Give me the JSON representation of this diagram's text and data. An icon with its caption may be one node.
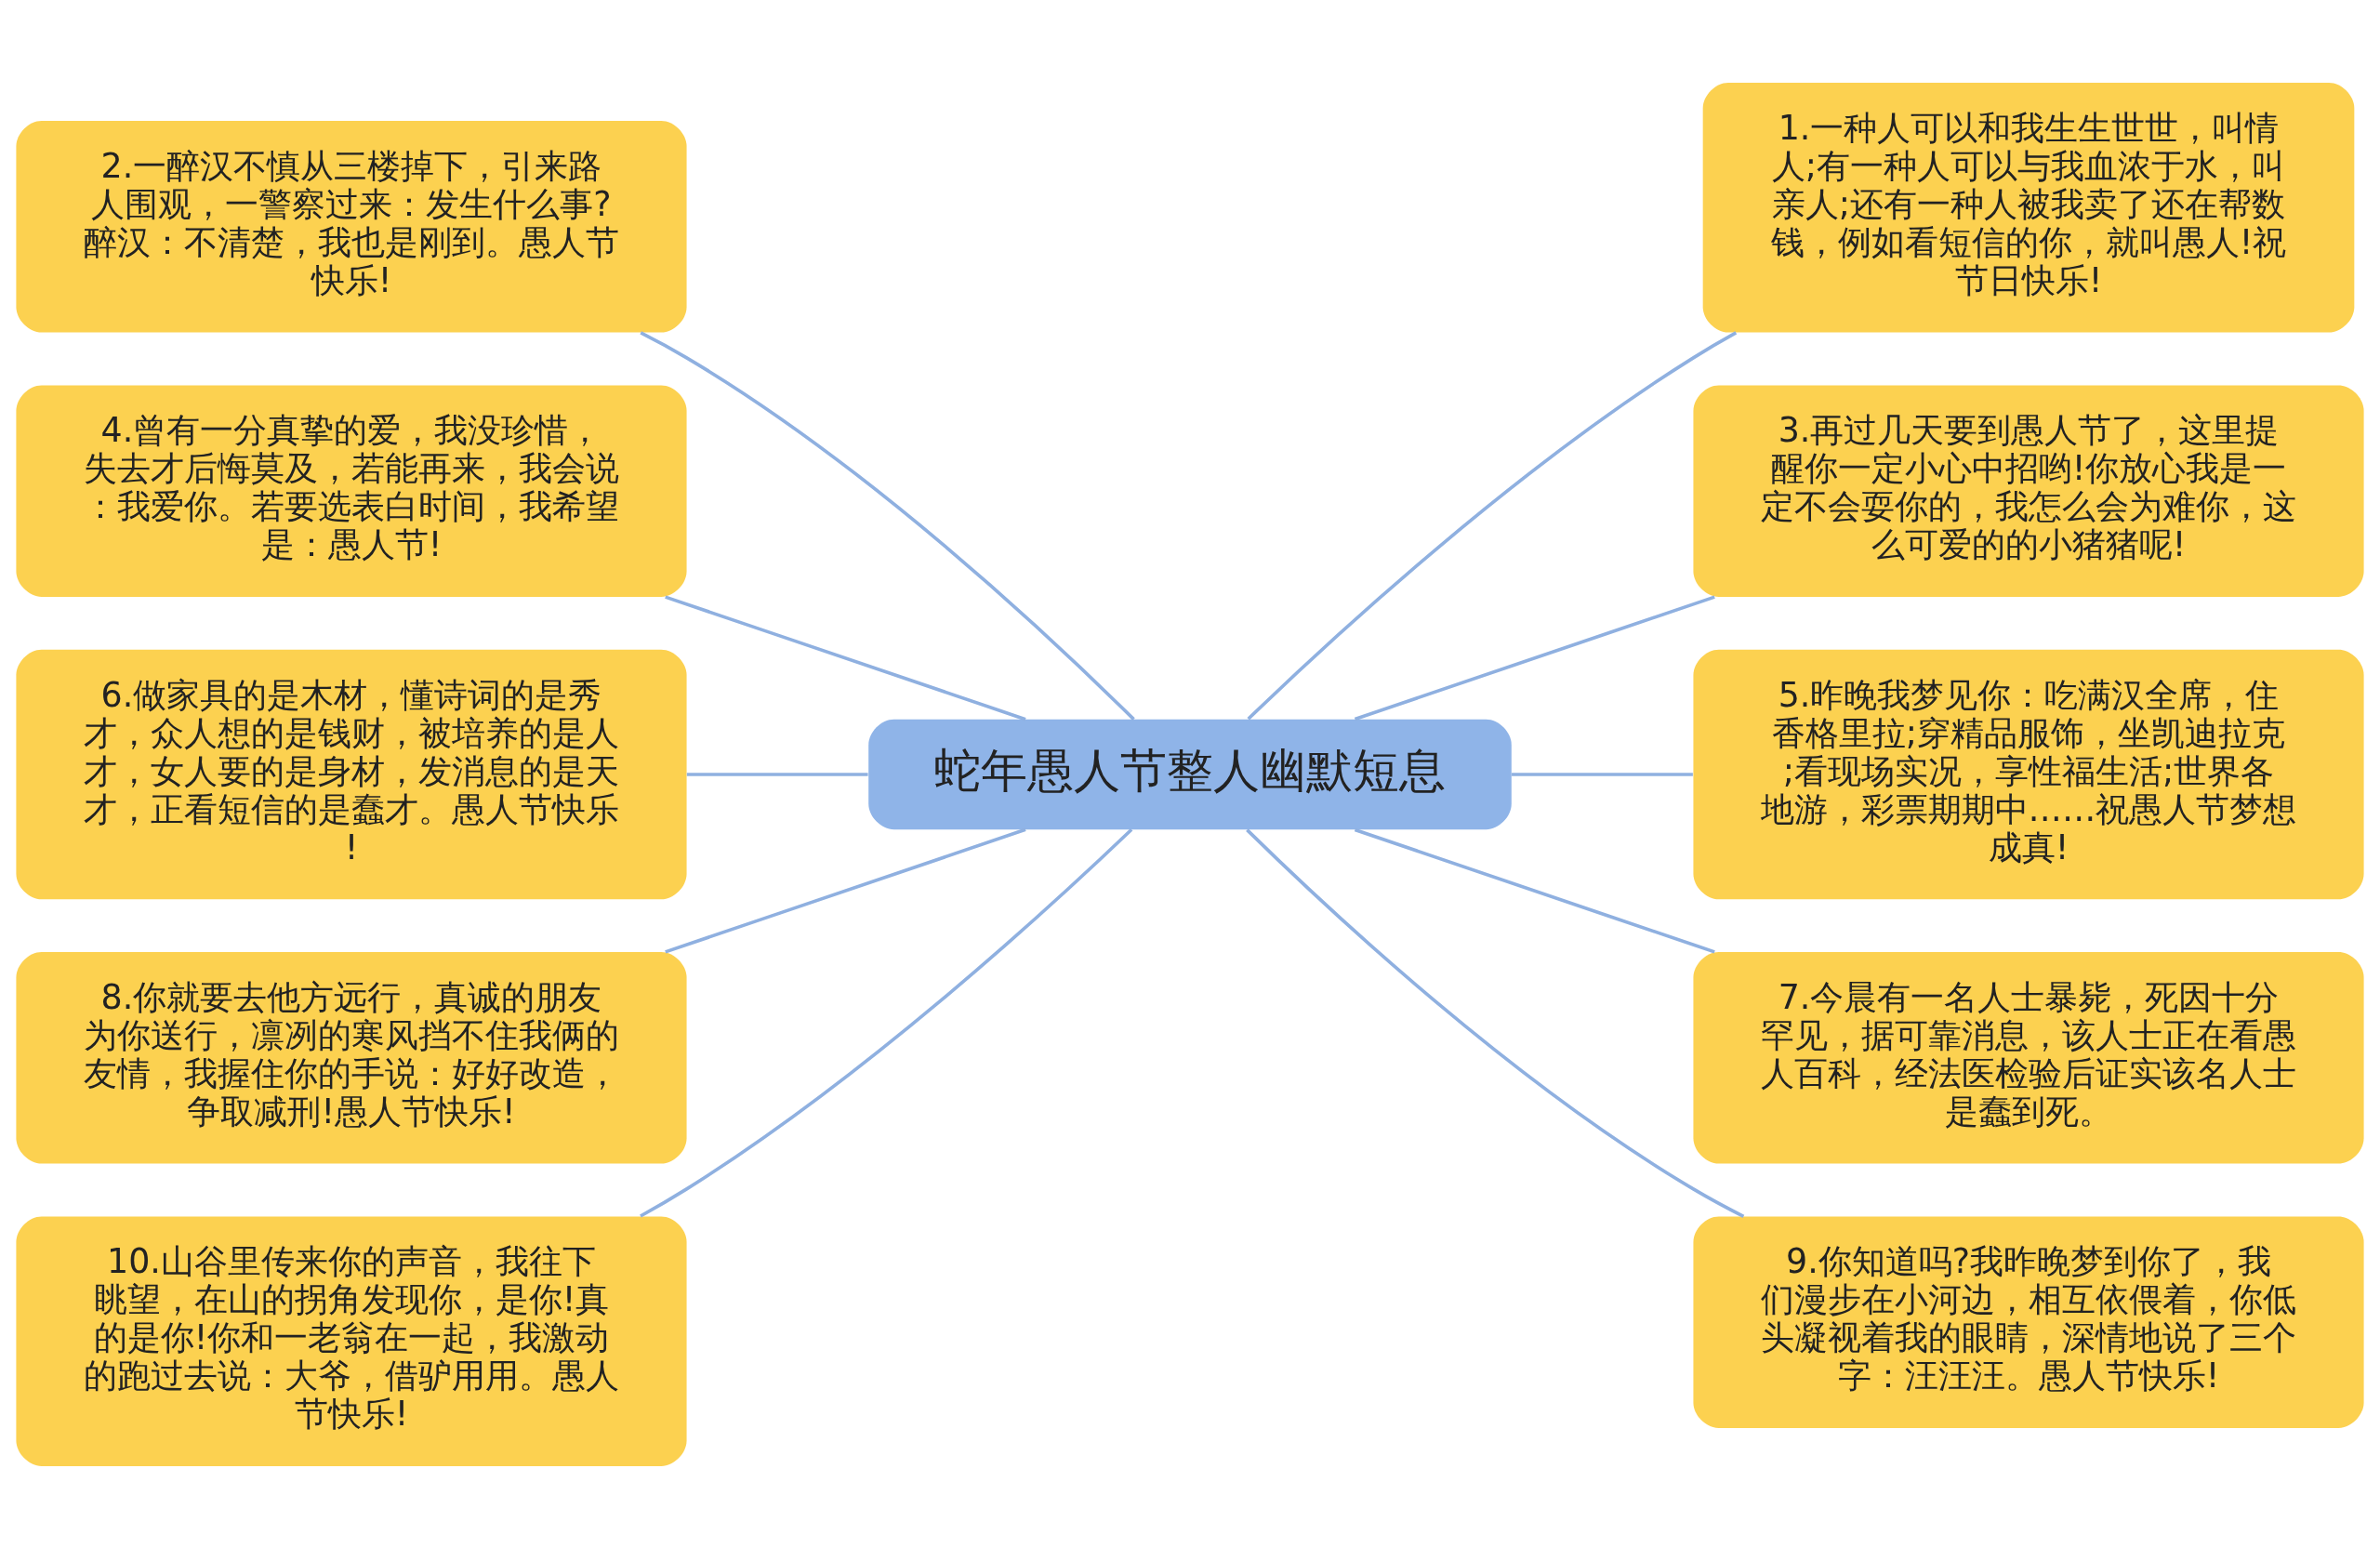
{
  "diagram": {
    "nodes": [
      {
        "text": [
          "蛇年愚人节整人幽默短息"
        ]
      },
      {
        "text": [
          "1.一种人可以和我生生世世，叫情人;有一种人可以与我血浓于水，叫亲人;还有一种人被我卖了还在帮数钱，例如看短信的你，就叫愚人!祝节日快乐!"
        ]
      },
      {
        "text": [
          "2.一醉汉不慎从三楼掉下，引来路人围观，一警察过来：发生什么事?醉汉：不清楚，我也是刚到。愚人节快乐!"
        ]
      },
      {
        "text": [
          "3.再过几天要到愚人节了，这里提醒你一定小心中招哟!你放心我是一定不会耍你的，我怎么会为难你，这么可爱的的小猪猪呢!"
        ]
      },
      {
        "text": [
          "4.曾有一分真挚的爱，我没珍惜，失去才后悔莫及，若能再来，我会说：我爱你。若要选表白时间，我希望是：愚人节!"
        ]
      },
      {
        "text": [
          "5.昨晚我梦见你：吃满汉全席，住香格里拉;穿精品服饰，坐凯迪拉克;看现场实况，享性福生活;世界各地游，彩票期期中……祝愚人节梦想成真!"
        ]
      },
      {
        "text": [
          "6.做家具的是木材，懂诗词的是秀才，众人想的是钱财，被培养的是人才，女人要的是身材，发消息的是天才，正看短信的是蠢才。愚人节快乐!"
        ]
      },
      {
        "text": [
          "7.今晨有一名人士暴毙，死因十分罕见，据可靠消息，该人士正在看愚人百科，经法医检验后证实该名人士是蠢到死。"
        ]
      },
      {
        "text": [
          "8.你就要去他方远行，真诚的朋友为你送行，凛冽的寒风挡不住我俩的友情，我握住你的手说：好好改造，争取减刑!愚人节快乐!"
        ]
      },
      {
        "text": [
          "9.你知道吗?我昨晚梦到你了，我们漫步在小河边，相互依偎着，你低头凝视着我的眼睛，深情地说了三个字：汪汪汪。愚人节快乐!"
        ]
      },
      {
        "text": [
          "10.山谷里传来你的声音，我往下眺望，在山的拐角发现你，是你!真的是你!你和一老翁在一起，我激动的跑过去说：大爷，借驴用用。愚人节快乐!"
        ]
      }
    ],
    "edges": [
      {
        "from": 0,
        "to": 1,
        "arrow": "none"
      },
      {
        "from": 2,
        "to": 0,
        "arrow": "none"
      },
      {
        "from": 0,
        "to": 3,
        "arrow": "none"
      },
      {
        "from": 4,
        "to": 0,
        "arrow": "none"
      },
      {
        "from": 0,
        "to": 5,
        "arrow": "none"
      },
      {
        "from": 6,
        "to": 0,
        "arrow": "none"
      },
      {
        "from": 0,
        "to": 7,
        "arrow": "none"
      },
      {
        "from": 8,
        "to": 0,
        "arrow": "none"
      },
      {
        "from": 0,
        "to": 9,
        "arrow": "none"
      },
      {
        "from": 10,
        "to": 0,
        "arrow": "none"
      }
    ]
  }
}
